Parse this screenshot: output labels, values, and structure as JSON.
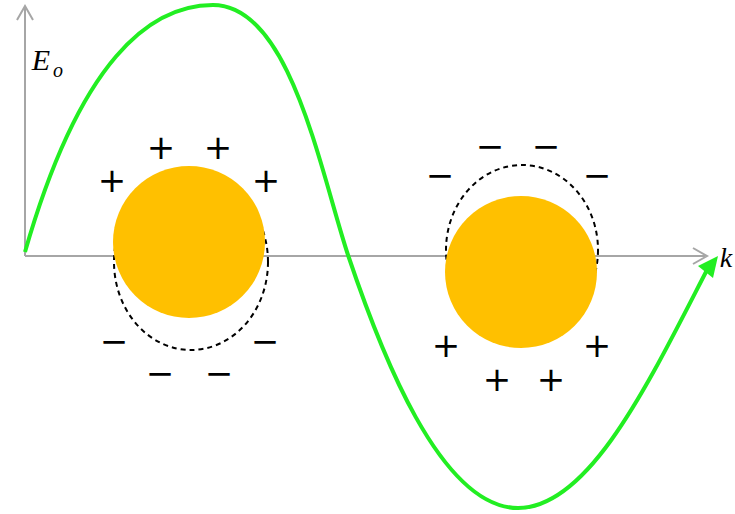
{
  "diagram": {
    "labels": [
      "E",
      "o",
      "k",
      "+",
      "+",
      "+",
      "+",
      "−",
      "−",
      "−",
      "−",
      "−",
      "−",
      "−",
      "−",
      "+",
      "+",
      "+",
      "+"
    ]
  }
}
